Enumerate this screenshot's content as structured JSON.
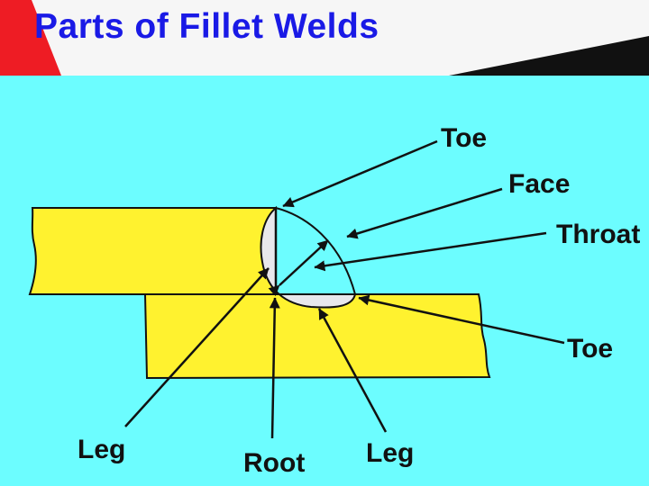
{
  "slide": {
    "title": "Parts of Fillet Welds"
  },
  "diagram": {
    "labels": {
      "toe_top": "Toe",
      "face": "Face",
      "throat": "Throat",
      "toe_bottom": "Toe",
      "leg_left": "Leg",
      "root": "Root",
      "leg_right": "Leg"
    }
  },
  "colors": {
    "background": "#6cfdff",
    "plate": "#fff22f",
    "weld": "#e8e8ec",
    "title": "#1a1ae6",
    "accent_red": "#ee1c24",
    "outline": "#111111"
  }
}
